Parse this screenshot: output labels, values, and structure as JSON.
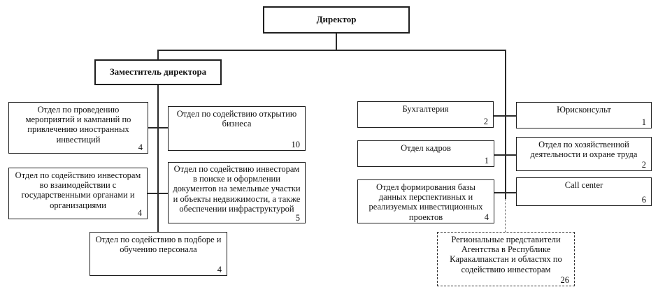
{
  "org": {
    "director": {
      "label": "Директор"
    },
    "deputy": {
      "label": "Заместитель директора"
    },
    "left": {
      "events": {
        "label": "Отдел по проведению мероприятий и кампаний по привлечению иностранных инвестиций",
        "count": "4"
      },
      "business": {
        "label": "Отдел по содействию открытию бизнеса",
        "count": "10"
      },
      "interaction": {
        "label": "Отдел по содействию инвесторам во взаимодействии с государственными органами и организациями",
        "count": "4"
      },
      "land": {
        "label": "Отдел по содействию инвесторам в поиске и оформлении документов на земельные участки и объекты недвижимости, а также обеспечении инфраструктурой",
        "count": "5"
      },
      "hr": {
        "label": "Отдел по содействию в подборе и обучению персонала",
        "count": "4"
      }
    },
    "right": {
      "accounting": {
        "label": "Бухгалтерия",
        "count": "2"
      },
      "legal": {
        "label": "Юрисконсульт",
        "count": "1"
      },
      "personnel": {
        "label": "Отдел кадров",
        "count": "1"
      },
      "household": {
        "label": "Отдел по хозяйственной деятельности и охране труда",
        "count": "2"
      },
      "database": {
        "label": "Отдел формирования базы данных перспективных и реализуемых инвестиционных проектов",
        "count": "4"
      },
      "call_center": {
        "label": "Call center",
        "count": "6"
      },
      "regional": {
        "label": "Региональные представители Агентства в Республике Каракалпакстан и областях по содействию инвесторам",
        "count": "26"
      }
    }
  }
}
